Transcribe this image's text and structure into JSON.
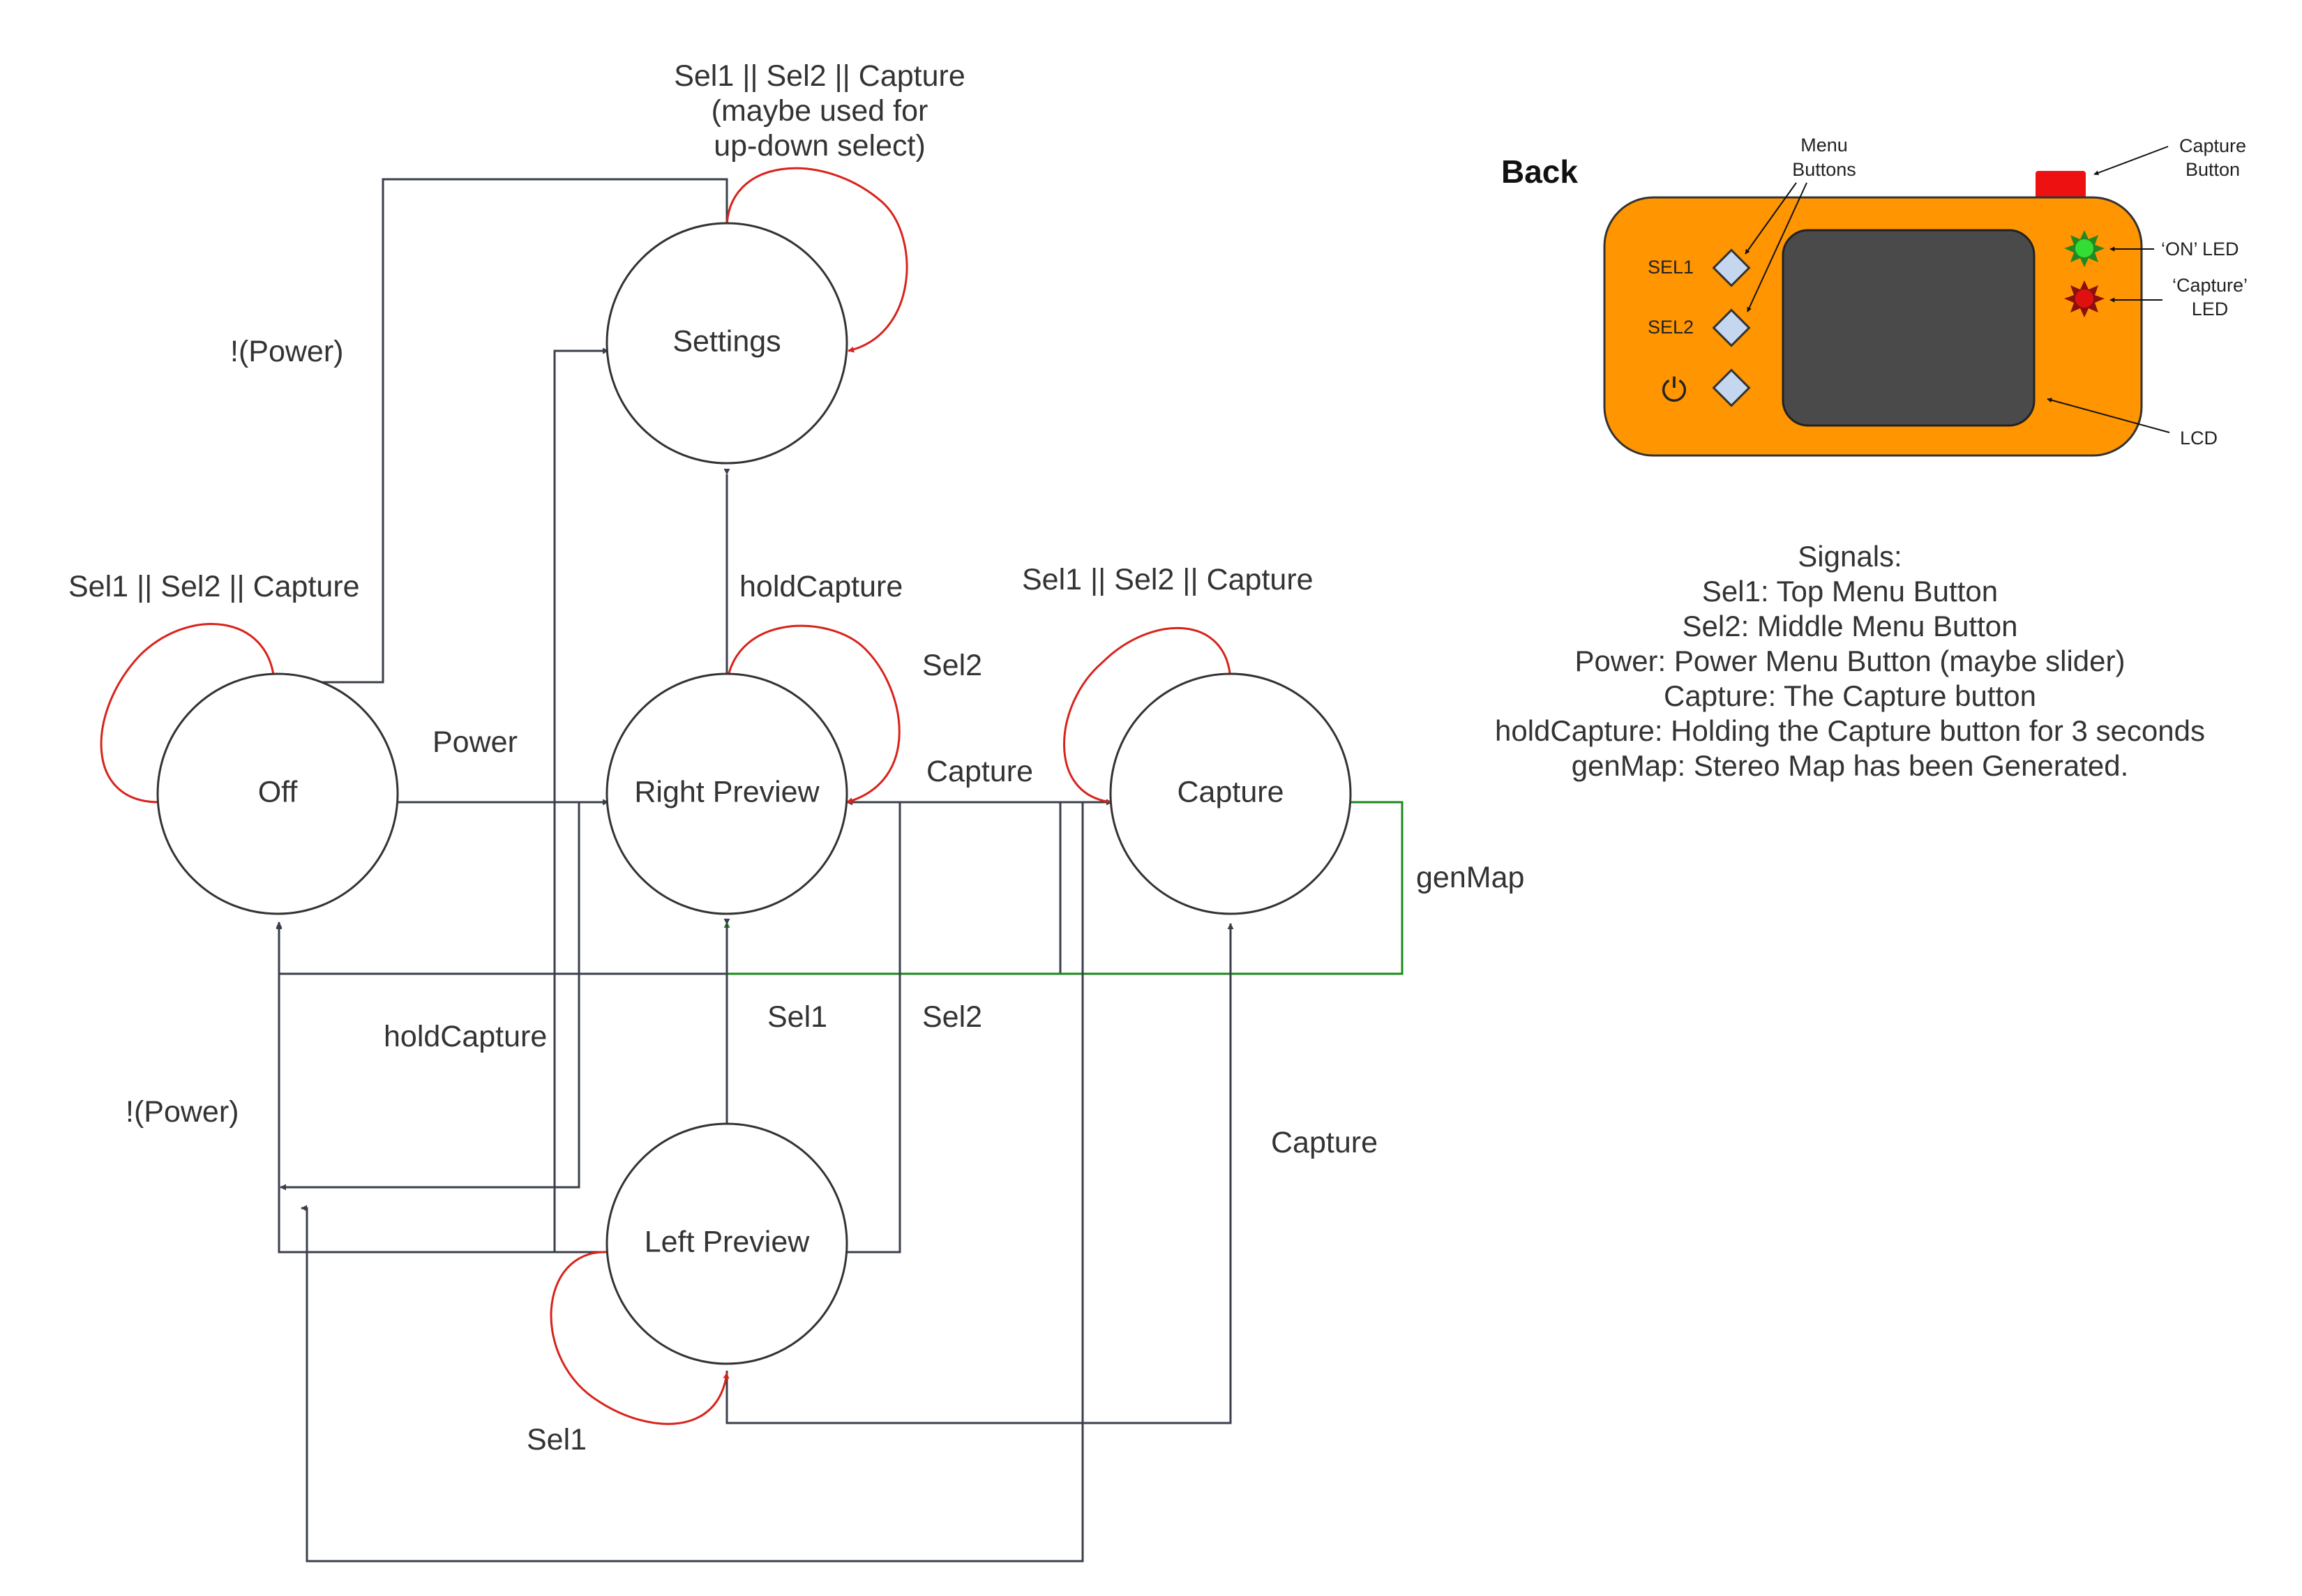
{
  "states": {
    "settings": "Settings",
    "off": "Off",
    "right_preview": "Right Preview",
    "capture": "Capture",
    "left_preview": "Left Preview"
  },
  "transitions": {
    "settings_loop_line1": "Sel1 || Sel2 || Capture",
    "settings_loop_line2": "(maybe used for",
    "settings_loop_line3": "up-down select)",
    "settings_to_off": "!(Power)",
    "off_loop": "Sel1 || Sel2 || Capture",
    "right_settings": "holdCapture",
    "capture_loop": "Sel1 || Sel2 || Capture",
    "right_loop": "Sel2",
    "off_to_right": "Power",
    "right_to_capture": "Capture",
    "capture_gen_map": "genMap",
    "left_to_settings": "holdCapture",
    "right_left": "Sel1",
    "left_to_right": "Sel2",
    "to_off_power": "!(Power)",
    "left_to_capture": "Capture",
    "left_loop": "Sel1"
  },
  "device": {
    "title": "Back",
    "menu_buttons_line1": "Menu",
    "menu_buttons_line2": "Buttons",
    "capture_button_line1": "Capture",
    "capture_button_line2": "Button",
    "sel1": "SEL1",
    "sel2": "SEL2",
    "power_symbol": "⏻",
    "on_led": "‘ON’ LED",
    "capture_led_line1": "‘Capture’",
    "capture_led_line2": "LED",
    "lcd": "LCD",
    "body_color": "#ff9500",
    "screen_color": "#4a4a4a",
    "on_led_color": "#33dd33",
    "capture_led_color": "#e01010",
    "capture_button_color": "#ee1111"
  },
  "signals": {
    "title": "Signals:",
    "lines": [
      "Sel1: Top Menu Button",
      "Sel2: Middle Menu Button",
      "Power: Power Menu Button (maybe slider)",
      "Capture: The Capture button",
      "holdCapture: Holding the Capture button for 3 seconds",
      "genMap: Stereo Map has been Generated."
    ]
  }
}
